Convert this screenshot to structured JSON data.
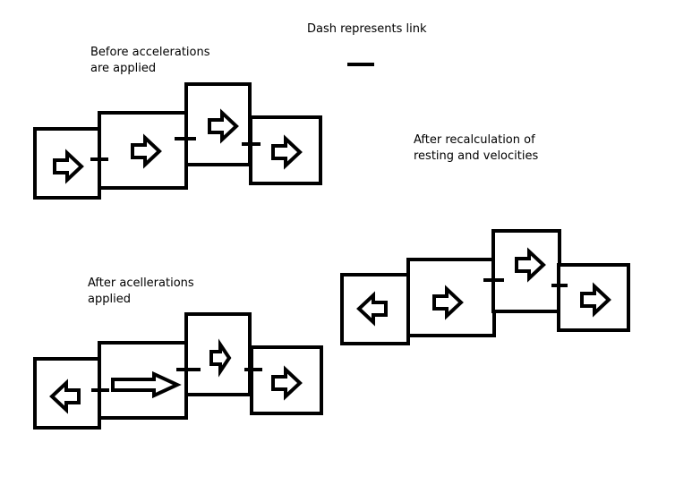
{
  "legend": {
    "text": "Dash represents link"
  },
  "panels": [
    {
      "id": "before",
      "caption_lines": [
        "Before accelerations",
        "are applied"
      ],
      "boxes": [
        {
          "arrow": "right",
          "arrow_style": "normal"
        },
        {
          "arrow": "right",
          "arrow_style": "normal"
        },
        {
          "arrow": "right",
          "arrow_style": "normal"
        },
        {
          "arrow": "right",
          "arrow_style": "normal"
        }
      ],
      "links": 3
    },
    {
      "id": "after-accelerations",
      "caption_lines": [
        "After acellerations",
        "applied"
      ],
      "boxes": [
        {
          "arrow": "left",
          "arrow_style": "normal"
        },
        {
          "arrow": "right",
          "arrow_style": "long"
        },
        {
          "arrow": "right",
          "arrow_style": "narrow"
        },
        {
          "arrow": "right",
          "arrow_style": "normal"
        }
      ],
      "links": 3
    },
    {
      "id": "after-recalculation",
      "caption_lines": [
        "After recalculation of",
        "resting and velocities"
      ],
      "boxes": [
        {
          "arrow": "left",
          "arrow_style": "normal"
        },
        {
          "arrow": "right",
          "arrow_style": "normal"
        },
        {
          "arrow": "right",
          "arrow_style": "normal"
        },
        {
          "arrow": "right",
          "arrow_style": "normal"
        }
      ],
      "links": 3
    }
  ],
  "colors": {
    "stroke": "#000000",
    "background": "#ffffff"
  }
}
